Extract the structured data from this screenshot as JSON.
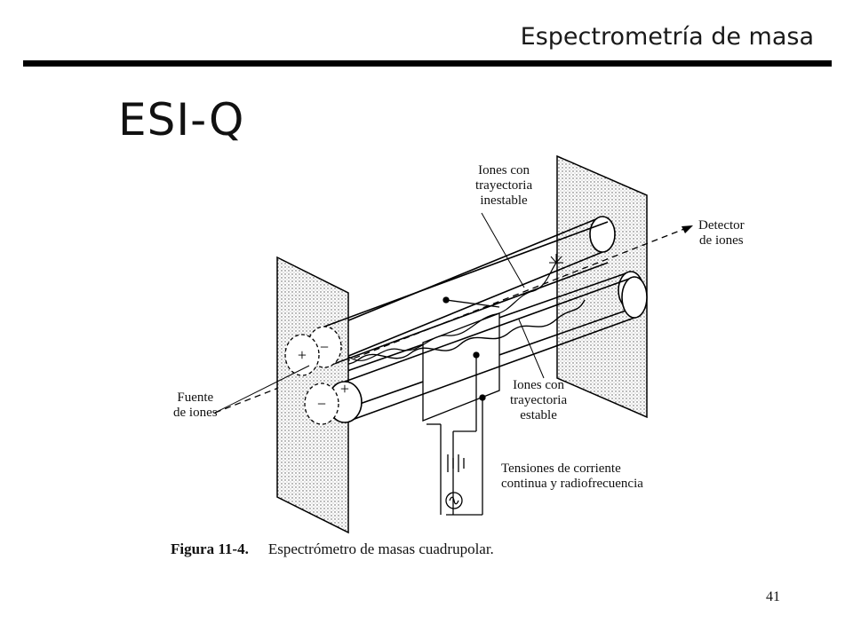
{
  "header": {
    "title": "Espectrometría de masa"
  },
  "slide": {
    "title": "ESI-Q"
  },
  "figure": {
    "labels": {
      "unstable_ions": "Iones con\ntrayectoria\ninestable",
      "detector": "Detector\nde iones",
      "ion_source": "Fuente\nde iones",
      "stable_ions": "Iones con\ntrayectoria\nestable",
      "voltages": "Tensiones de corriente\ncontinua y radiofrecuencia"
    },
    "rod_signs": {
      "positive": "+",
      "negative": "−"
    },
    "caption_number": "Figura 11-4.",
    "caption_text": "Espectrómetro de masas cuadrupolar."
  },
  "page_number": "41"
}
